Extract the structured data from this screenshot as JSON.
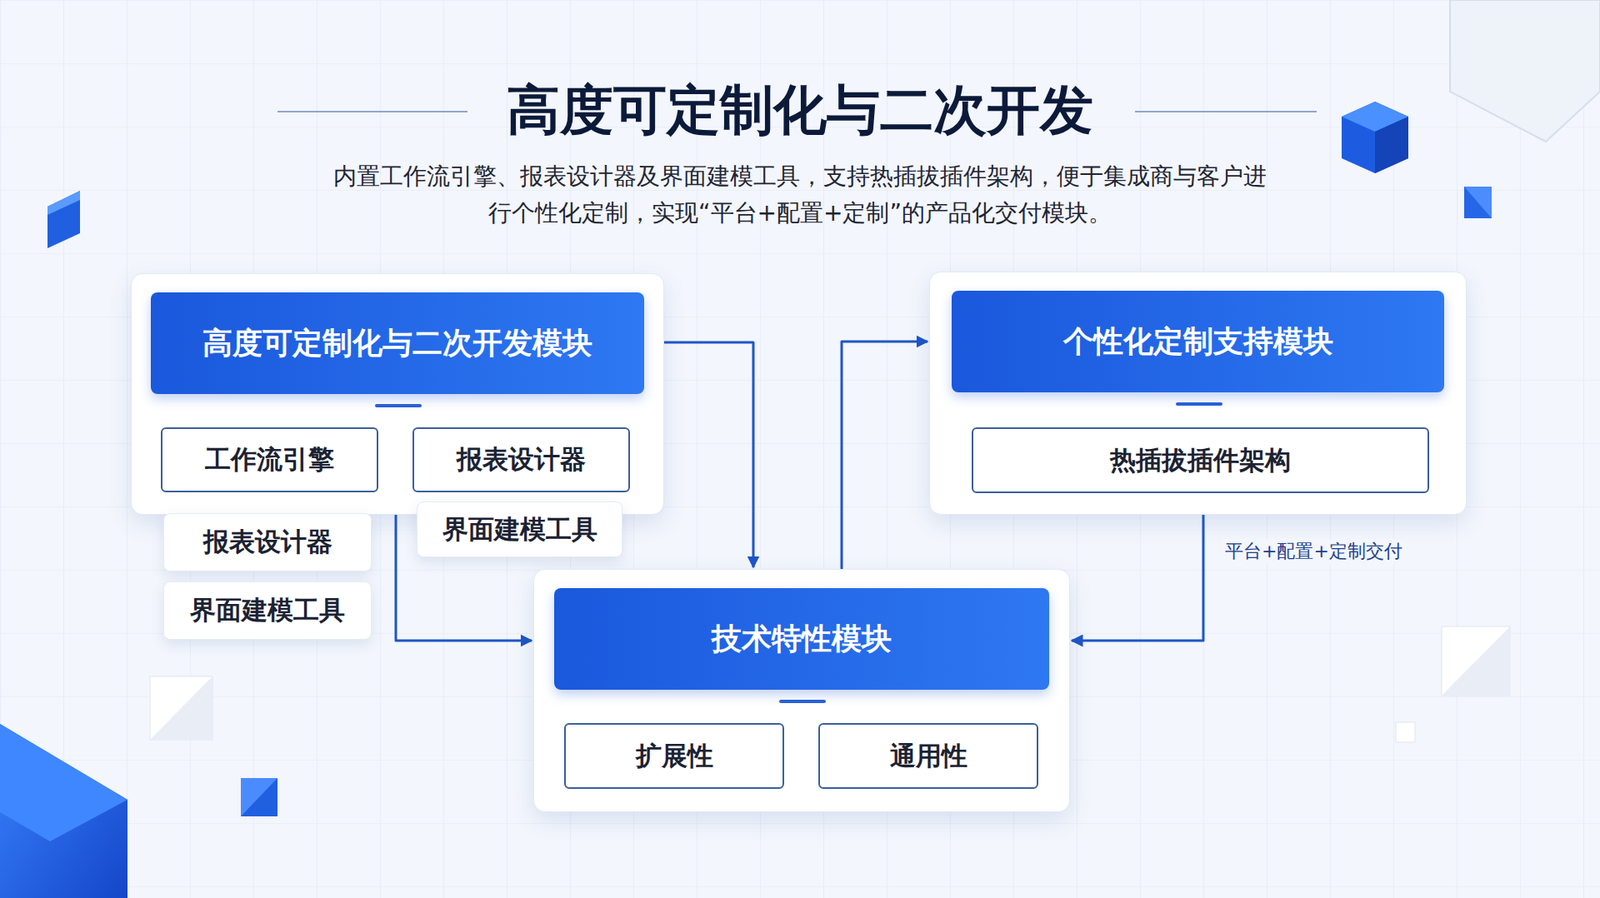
{
  "diagram": {
    "title": "高度可定制化与二次开发",
    "caption": "内置工作流引擎、报表设计器及界面建模工具，支持热插拔插件架构，便于集成商与客户进行个性化定制，实现“平台+配置+定制”的产品化交付模块。",
    "nodes": [
      {
        "text": [
          "高度可定制化与二次开发模块"
        ]
      },
      {
        "text": [
          "工作流引擎"
        ],
        "in": 0
      },
      {
        "text": [
          "报表设计器"
        ],
        "in": 0
      },
      {
        "text": [
          "报表设计器"
        ]
      },
      {
        "text": [
          "界面建模工具"
        ]
      },
      {
        "text": [
          "界面建模工具"
        ]
      },
      {
        "text": [
          "个性化定制支持模块"
        ]
      },
      {
        "text": [
          "热插拔插件架构"
        ],
        "in": 6
      },
      {
        "text": [
          "技术特性模块"
        ]
      },
      {
        "text": [
          "扩展性"
        ],
        "in": 8
      },
      {
        "text": [
          "通用性"
        ],
        "in": 8
      }
    ],
    "edges": [
      {
        "from": 0,
        "to": 8,
        "arrow": "to"
      },
      {
        "from": 8,
        "to": 6,
        "arrow": "to"
      },
      {
        "from": 0,
        "to": 8,
        "arrow": "to"
      },
      {
        "from": 6,
        "to": 8,
        "label": "平台+配置+定制交付",
        "arrow": "to"
      }
    ]
  }
}
